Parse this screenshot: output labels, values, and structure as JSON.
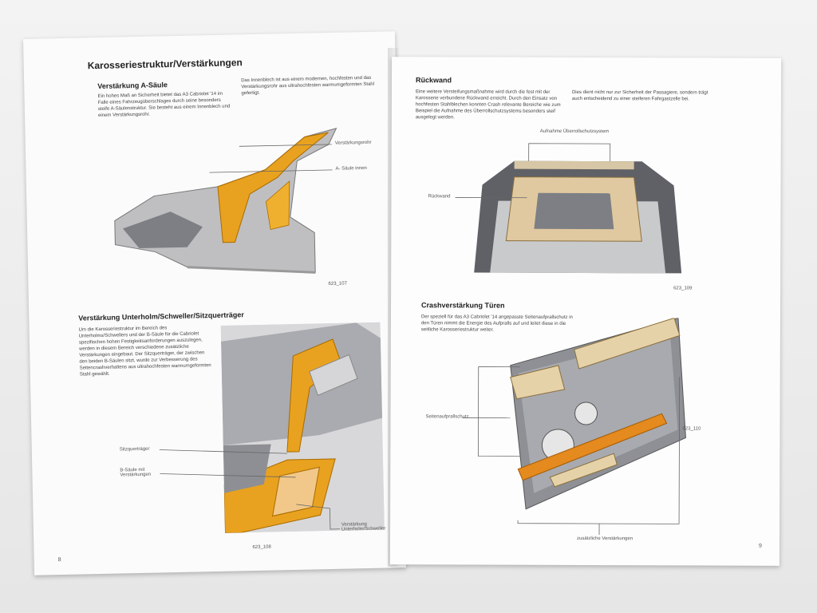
{
  "left": {
    "section_title": "Karosseriestruktur/Verstärkungen",
    "a_pillar": {
      "heading": "Verstärkung A-Säule",
      "text1": "Ein hohes Maß an Sicherheit bietet das A3 Cabriolet '14 im Falle eines Fahrzeugüberschlages durch seine besonders steife A-Säulenstruktur. Sie besteht aus einem Innenblech und einem Verstärkungsrohr.",
      "text2": "Das Innenblech ist aus einem modernen, hochfesten und das Verstärkungsrohr aus ultrahochfesten warmumgeformten Stahl gefertigt.",
      "label_tube": "Verstärkungsrohr",
      "label_inner": "A- Säule innen",
      "figure_number": "623_107"
    },
    "underbody": {
      "heading": "Verstärkung Unterholm/Schweller/Sitzquerträger",
      "text": "Um die Karosseriestruktur im Bereich des Unterholms/Schwellers und der B-Säule für die Cabriolet spezifischen hohen Festigkeitsanforderungen auszulegen, werden in diesem Bereich verschiedene zusätzliche Verstärkungen eingebaut. Der Sitzquerträger, der zwischen den beiden B-Säulen sitzt, wurde zur Verbesserung des Seitencrashverhaltens aus ultrahochfesten warmumgeformten Stahl gewählt.",
      "label_seat": "Sitzquerträger",
      "label_bpillar": "B-Säule mit Verstärkungen",
      "label_sill": "Verstärkung Unterholm/Schweller",
      "figure_number": "623_108"
    },
    "page_number": "8"
  },
  "right": {
    "rear": {
      "heading": "Rückwand",
      "text1": "Eine weitere Versteifungsmaßnahme wird durch die fest mit der Karosserie verbundene Rückwand erreicht. Durch den Einsatz von hochfesten Stahlblechen konnten Crash relevante Bereiche wie zum Beispiel die Aufnahme des Überrollschutzsystems besonders steif ausgelegt werden.",
      "text2": "Dies dient nicht nur zur Sicherheit der Passagiere, sondern trägt auch entscheidend zu einer steiferen Fahrgastzelle bei.",
      "label_mount": "Aufnahme Überrollschutzsystem",
      "label_wall": "Rückwand",
      "figure_number": "623_109"
    },
    "door": {
      "heading": "Crashverstärkung Türen",
      "text": "Der speziell für das A3 Cabriolet '14 angepasste Seitenaufprallschutz in den Türen nimmt die Energie des Aufpralls auf und leitet diese in die seitliche Karosseriestruktur weiter.",
      "label_side": "Seitenaufprallschutz",
      "label_extra": "zusätzliche Verstärkungen",
      "figure_number": "623_110"
    },
    "page_number": "9"
  }
}
